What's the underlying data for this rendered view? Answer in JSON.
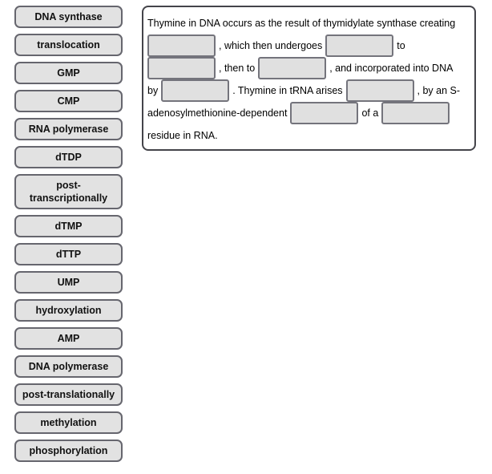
{
  "word_bank": {
    "items": [
      {
        "label": "DNA synthase"
      },
      {
        "label": "translocation"
      },
      {
        "label": "GMP"
      },
      {
        "label": "CMP"
      },
      {
        "label": "RNA polymerase"
      },
      {
        "label": "dTDP"
      },
      {
        "label": "post-transcriptionally"
      },
      {
        "label": "dTMP"
      },
      {
        "label": "dTTP"
      },
      {
        "label": "UMP"
      },
      {
        "label": "hydroxylation"
      },
      {
        "label": "AMP"
      },
      {
        "label": "DNA polymerase"
      },
      {
        "label": "post-translationally"
      },
      {
        "label": "methylation"
      },
      {
        "label": "phosphorylation"
      }
    ]
  },
  "passage": {
    "lines": [
      [
        {
          "t": "text",
          "v": "Thymine in DNA occurs as the result of thymidylate synthase creating"
        }
      ],
      [
        {
          "t": "blank"
        },
        {
          "t": "text",
          "v": ", which then undergoes"
        },
        {
          "t": "blank"
        },
        {
          "t": "text",
          "v": "to"
        }
      ],
      [
        {
          "t": "blank"
        },
        {
          "t": "text",
          "v": ", then to"
        },
        {
          "t": "blank"
        },
        {
          "t": "text",
          "v": ", and incorporated into DNA"
        }
      ],
      [
        {
          "t": "text",
          "v": "by"
        },
        {
          "t": "blank"
        },
        {
          "t": "text",
          "v": ". Thymine in tRNA arises"
        },
        {
          "t": "blank"
        },
        {
          "t": "text",
          "v": ", by an S-"
        }
      ],
      [
        {
          "t": "text",
          "v": "adenosylmethionine-dependent"
        },
        {
          "t": "blank"
        },
        {
          "t": "text",
          "v": "of a"
        },
        {
          "t": "blank"
        }
      ],
      [
        {
          "t": "text",
          "v": "residue in RNA."
        }
      ]
    ]
  },
  "colors": {
    "button_fill": "#e2e2e2",
    "button_border": "#66666e",
    "blank_fill": "#e0e0e0",
    "blank_border": "#74747c",
    "panel_border": "#44444a"
  }
}
